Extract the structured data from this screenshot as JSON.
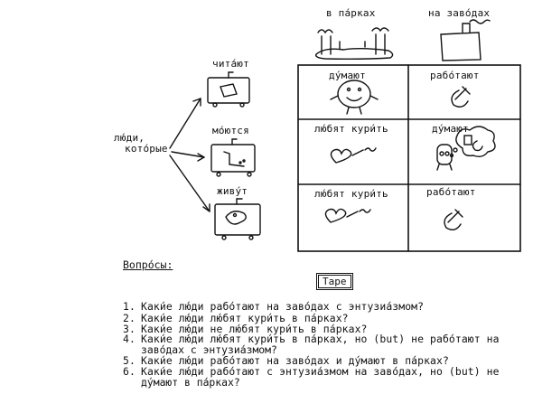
{
  "header": {
    "in_parks": "в па́рках",
    "at_factories": "на заво́дах"
  },
  "left_labels": {
    "people_which_line1": "лю́ди,",
    "people_which_line2": "кото́рые",
    "read": "чита́ют",
    "wash": "мо́ются",
    "live": "живу́т"
  },
  "grid": {
    "r1c1": "ду́мают",
    "r1c2": "рабо́тают",
    "r2c1": "лю́бят кури́ть",
    "r2c2": "ду́мают",
    "r3c1": "лю́бят кури́ть",
    "r3c2": "рабо́тают"
  },
  "questions_title": "Вопро́сы:",
  "tape_label": "Tape",
  "questions": [
    {
      "num": "1.",
      "text": "Каки́е лю́ди рабо́тают на заво́дах с энтузиа́змом?"
    },
    {
      "num": "2.",
      "text": "Каки́е лю́ди лю́бят кури́ть в па́рках?"
    },
    {
      "num": "3.",
      "text": "Каки́е лю́ди не лю́бят кури́ть в па́рках?"
    },
    {
      "num": "4.",
      "text": "Каки́е лю́ди лю́бят кури́ть в па́рках, но (but) не рабо́тают на",
      "cont": "заво́дах с энтузиа́змом?"
    },
    {
      "num": "5.",
      "text": "Каки́е лю́ди рабо́тают на заво́дах и ду́мают в па́рках?"
    },
    {
      "num": "6.",
      "text": "Каки́е лю́ди рабо́тают с энтузиа́змом на заво́дах, но (but) не",
      "cont": "ду́мают в па́рках?"
    }
  ],
  "icons": [
    "park-icon",
    "factory-icon",
    "book-tv-icon",
    "bath-tv-icon",
    "painting-tv-icon",
    "smiling-face-icon",
    "hammer-sickle-icon",
    "heart-cigarette-icon",
    "thinking-robot-icon"
  ]
}
